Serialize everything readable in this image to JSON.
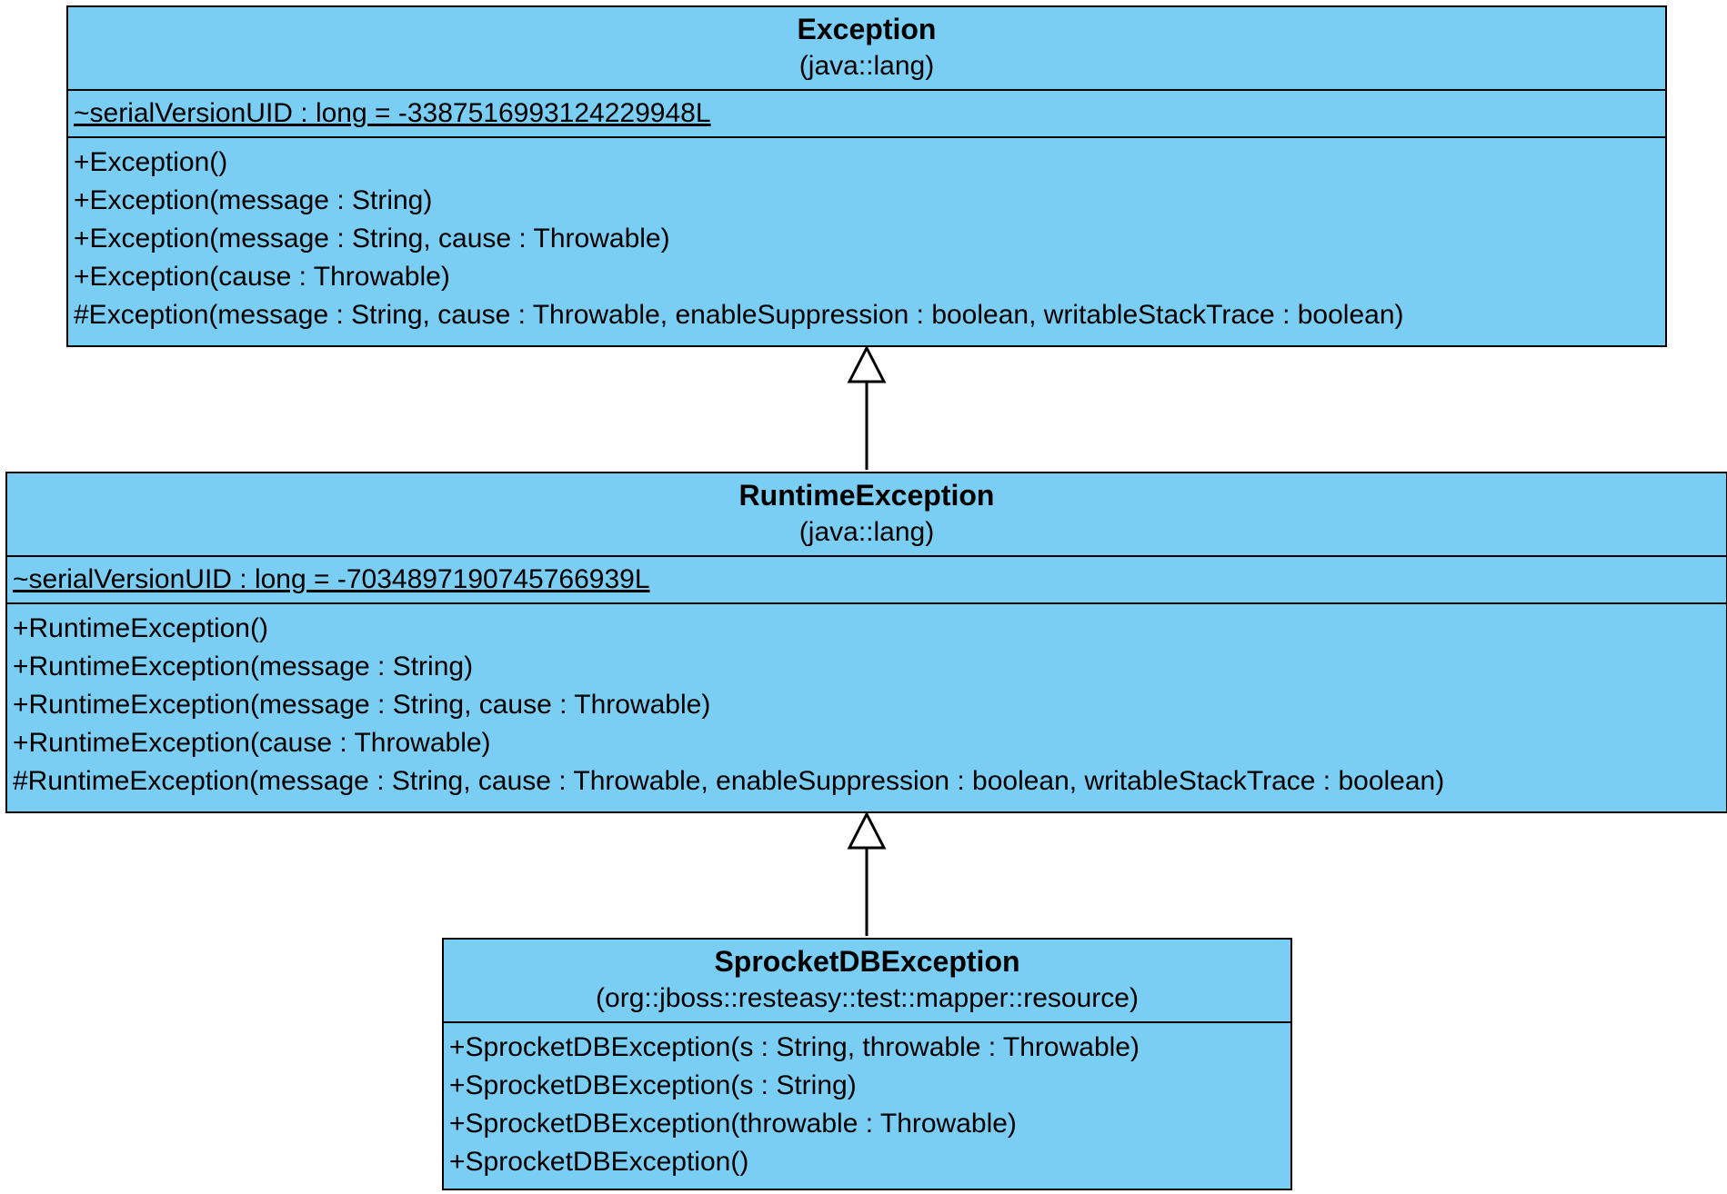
{
  "classes": [
    {
      "name": "Exception",
      "package": "(java::lang)",
      "attributes": [
        "~serialVersionUID : long = -3387516993124229948L"
      ],
      "operations": [
        "+Exception()",
        "+Exception(message : String)",
        "+Exception(message : String, cause : Throwable)",
        "+Exception(cause : Throwable)",
        "#Exception(message : String, cause : Throwable, enableSuppression : boolean, writableStackTrace : boolean)"
      ]
    },
    {
      "name": "RuntimeException",
      "package": "(java::lang)",
      "attributes": [
        "~serialVersionUID : long = -7034897190745766939L"
      ],
      "operations": [
        "+RuntimeException()",
        "+RuntimeException(message : String)",
        "+RuntimeException(message : String, cause : Throwable)",
        "+RuntimeException(cause : Throwable)",
        "#RuntimeException(message : String, cause : Throwable, enableSuppression : boolean, writableStackTrace : boolean)"
      ]
    },
    {
      "name": "SprocketDBException",
      "package": "(org::jboss::resteasy::test::mapper::resource)",
      "attributes": [],
      "operations": [
        "+SprocketDBException(s : String, throwable : Throwable)",
        "+SprocketDBException(s : String)",
        "+SprocketDBException(throwable : Throwable)",
        "+SprocketDBException()"
      ]
    }
  ],
  "relationships": [
    {
      "type": "generalization",
      "from": "RuntimeException",
      "to": "Exception"
    },
    {
      "type": "generalization",
      "from": "SprocketDBException",
      "to": "RuntimeException"
    }
  ],
  "colors": {
    "class_fill": "#7acdf3",
    "line": "#000000",
    "background": "#ffffff"
  }
}
